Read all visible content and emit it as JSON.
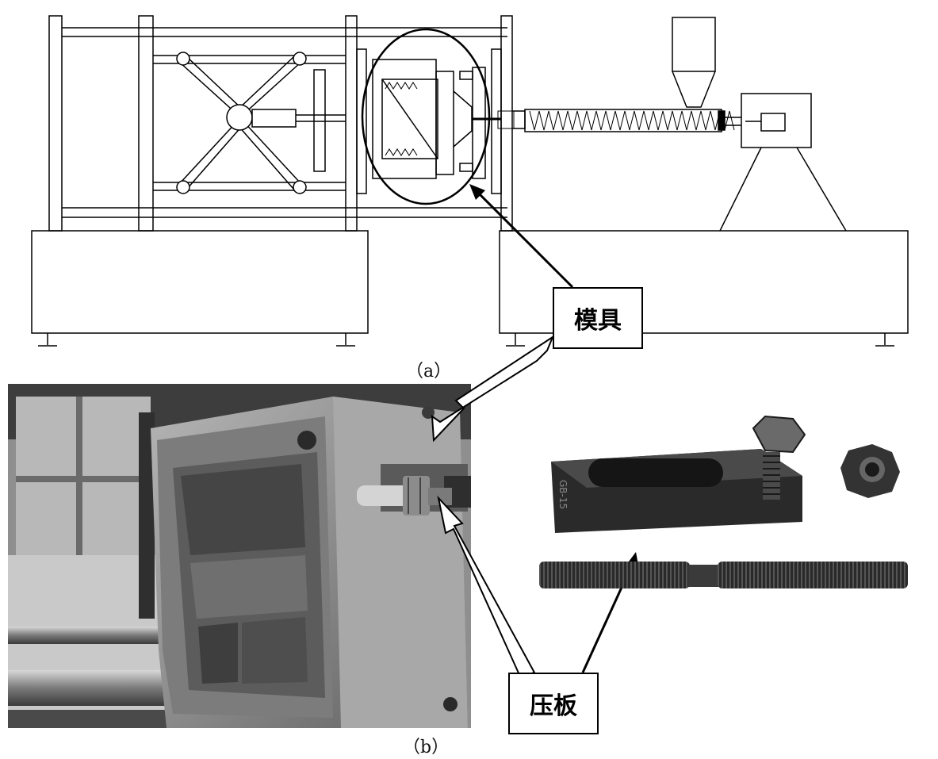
{
  "figure": {
    "captions": {
      "a": "（a）",
      "b": "（b）"
    },
    "labels": {
      "mold": "模具",
      "clamp_plate": "压板"
    },
    "photo_markings": {
      "clamp_plate_stamp": "GB-15"
    },
    "colors": {
      "line": "#000000",
      "background": "#ffffff",
      "photo_dark": "#3a3a3a",
      "photo_mid": "#8a8a8a",
      "photo_light": "#c8c8c8",
      "steel": "#9a9a9a",
      "hardware": "#2a2a2a"
    },
    "icons": [
      "bold-arrow-icon",
      "hollow-arrow-icon"
    ]
  }
}
